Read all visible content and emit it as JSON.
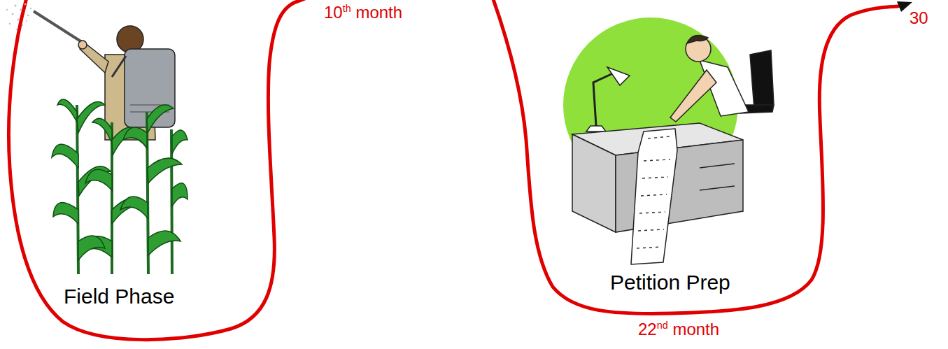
{
  "diagram": {
    "nodes": [
      {
        "text": [
          "Field Phase"
        ]
      },
      {
        "text": [
          "Petition Prep"
        ]
      }
    ],
    "labels": [
      "10th month",
      "22nd month",
      "30"
    ]
  }
}
